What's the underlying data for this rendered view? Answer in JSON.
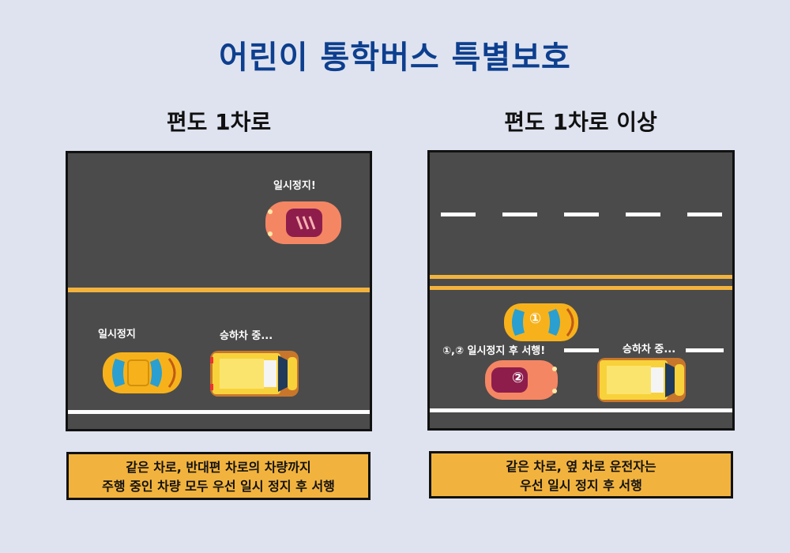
{
  "title": "어린이 통학버스 특별보호",
  "left": {
    "heading": "편도 1차로",
    "labels": {
      "stop_exclaim": "일시정지!",
      "stop": "일시정지",
      "boarding": "승하차 중..."
    },
    "caption": [
      "같은 차로, 반대편 차로의 차량까지",
      "주행 중인 차량 모두 우선 일시 정지 후 서행"
    ]
  },
  "right": {
    "heading": "편도 1차로 이상",
    "labels": {
      "stop_then_slow": "①,② 일시정지 후 서행!",
      "boarding": "승하차 중...",
      "car1": "①",
      "car2": "②"
    },
    "caption": [
      "같은 차로, 옆 차로 운전자는",
      "우선 일시 정지 후 서행"
    ]
  },
  "colors": {
    "background": "#dfe3ef",
    "title": "#0d3f8f",
    "road": "#4b4b4b",
    "center_line": "#f2b33e",
    "caption_bg": "#f2b33e",
    "car_yellow": "#f7b21b",
    "car_orange": "#f58664",
    "bus": "#f8d23a"
  }
}
